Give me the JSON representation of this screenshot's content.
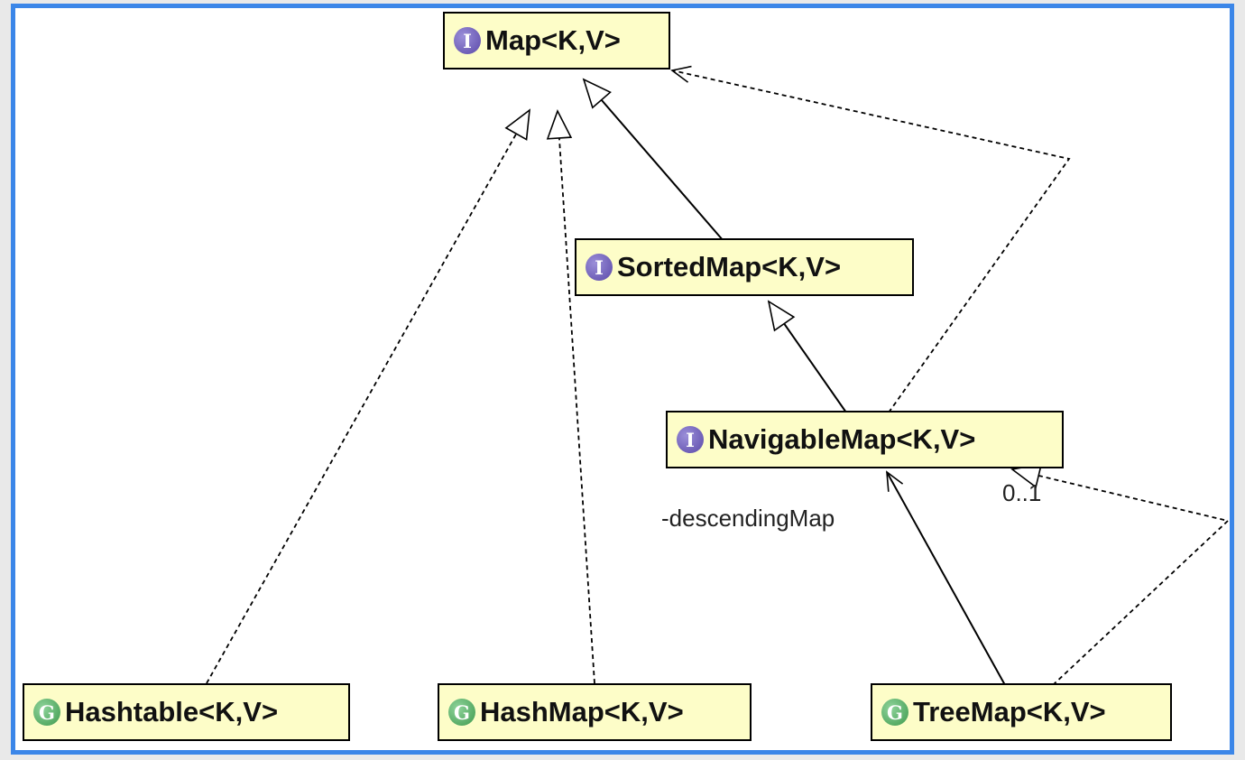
{
  "nodes": {
    "map": {
      "name": "Map<K,V>",
      "kind": "interface",
      "badge": "I"
    },
    "sorted_map": {
      "name": "SortedMap<K,V>",
      "kind": "interface",
      "badge": "I"
    },
    "navigable_map": {
      "name": "NavigableMap<K,V>",
      "kind": "interface",
      "badge": "I"
    },
    "hashtable": {
      "name": "Hashtable<K,V>",
      "kind": "class",
      "badge": "G"
    },
    "hashmap": {
      "name": "HashMap<K,V>",
      "kind": "class",
      "badge": "G"
    },
    "treemap": {
      "name": "TreeMap<K,V>",
      "kind": "class",
      "badge": "G"
    }
  },
  "edges": [
    {
      "from": "Hashtable<K,V>",
      "to": "Map<K,V>",
      "style": "dashed",
      "head": "hollow-triangle"
    },
    {
      "from": "HashMap<K,V>",
      "to": "Map<K,V>",
      "style": "dashed",
      "head": "hollow-triangle"
    },
    {
      "from": "SortedMap<K,V>",
      "to": "Map<K,V>",
      "style": "solid",
      "head": "hollow-triangle"
    },
    {
      "from": "NavigableMap<K,V>",
      "to": "Map<K,V>",
      "style": "dashed",
      "head": "open-arrow"
    },
    {
      "from": "NavigableMap<K,V>",
      "to": "SortedMap<K,V>",
      "style": "solid",
      "head": "hollow-triangle"
    },
    {
      "from": "TreeMap<K,V>",
      "to": "NavigableMap<K,V>",
      "style": "solid",
      "head": "open-arrow",
      "label": "-descendingMap",
      "multiplicity": "0..1"
    },
    {
      "from": "TreeMap<K,V>",
      "to": "NavigableMap<K,V>",
      "style": "dashed",
      "head": "hollow-triangle"
    }
  ],
  "colors": {
    "node_fill": "#fdfdc8",
    "interface_badge": "#6a5acd",
    "class_badge": "#4caf50",
    "frame_border": "#3b86e8"
  }
}
